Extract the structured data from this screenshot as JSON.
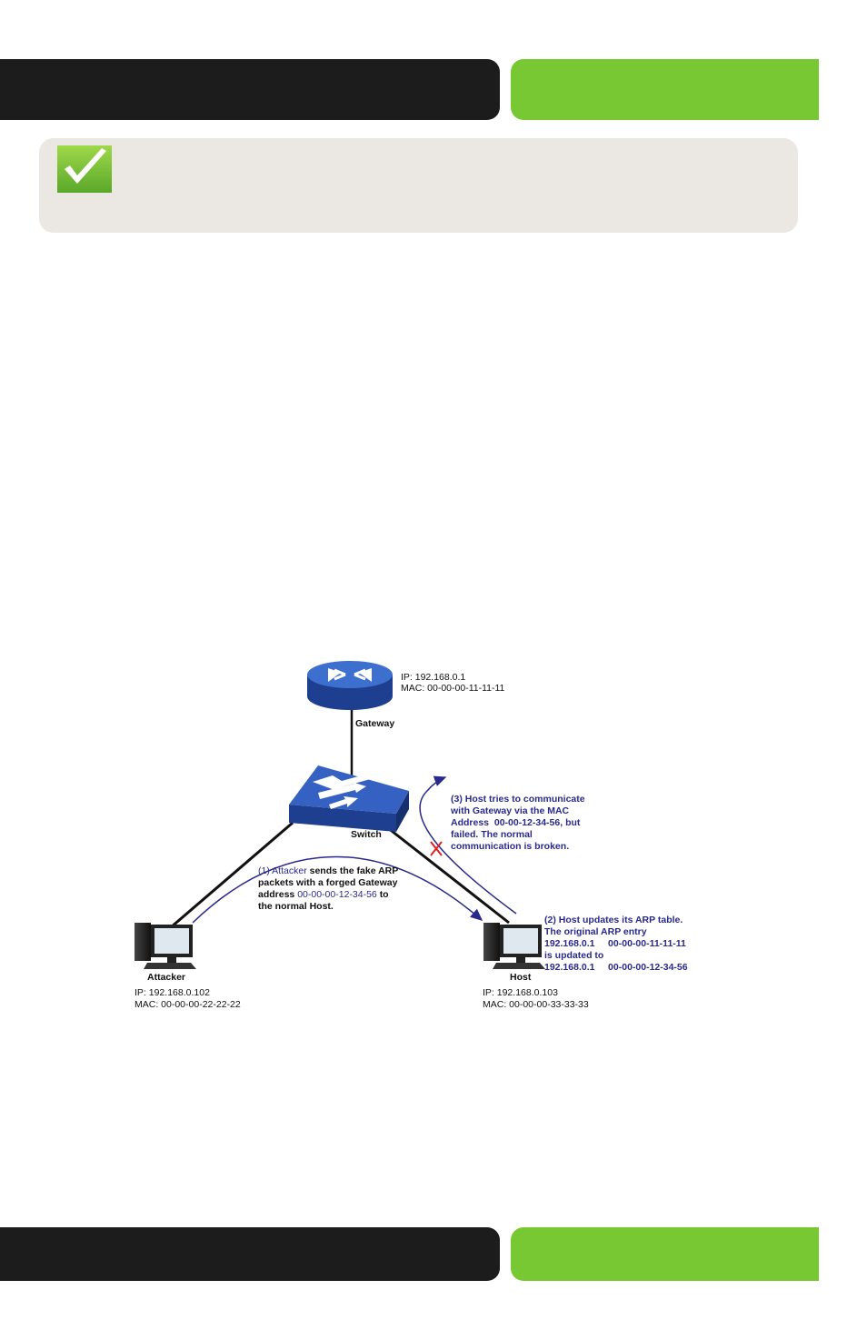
{
  "gateway": {
    "label": "Gateway",
    "ip": "IP: 192.168.0.1",
    "mac": "MAC: 00-00-00-11-11-11"
  },
  "switch": {
    "label": "Switch"
  },
  "attacker": {
    "label": "Attacker",
    "ip": "IP: 192.168.0.102",
    "mac": "MAC: 00-00-00-22-22-22"
  },
  "host": {
    "label": "Host",
    "ip": "IP: 192.168.0.103",
    "mac": "MAC: 00-00-00-33-33-33"
  },
  "step1": {
    "prefix": "(1) Attacker",
    "rest": "sends the fake ARP",
    "line2": "packets with a forged Gateway",
    "line3_a": "address",
    "line3_b": "00-00-00-12-34-56",
    "line3_c": "to",
    "line4": "the normal Host."
  },
  "step2": {
    "line1": "(2) Host updates its ARP table.",
    "line2": "The original ARP entry",
    "line3": "192.168.0.1     00-00-00-11-11-11",
    "line4": "is updated to",
    "line5": "192.168.0.1     00-00-00-12-34-56"
  },
  "step3": {
    "line1": "(3) Host tries to communicate",
    "line2": "with Gateway via the MAC",
    "line3": "Address  00-00-12-34-56, but",
    "line4": "failed. The normal",
    "line5": "communication is broken."
  },
  "colors": {
    "header_dark": "#1c1c1c",
    "header_green": "#77c832",
    "note_bg": "#ebe8e3",
    "annotation_blue": "#2a2a8c",
    "device_blue": "#2b56b0",
    "failure_red": "#e02020"
  }
}
